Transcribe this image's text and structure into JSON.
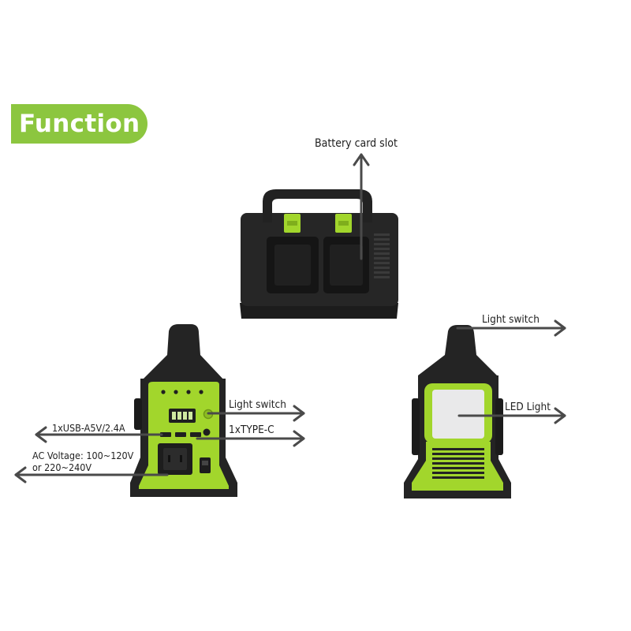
{
  "badge": {
    "text": "Function",
    "color": "#8cc63f"
  },
  "callouts": {
    "battery_slot": "Battery card slot",
    "light_switch_right": "Light switch",
    "light_switch_left": "Light switch",
    "usb": "1xUSB-A5V/2.4A",
    "type_c": "1xTYPE-C",
    "ac_line1": "AC Voltage: 100~120V",
    "ac_line2": "or 220~240V",
    "led": "LED Light"
  },
  "colors": {
    "body": "#242424",
    "accent": "#a2d62c",
    "arrow": "#4a4a4a",
    "led_panel": "#e9e9ea"
  }
}
